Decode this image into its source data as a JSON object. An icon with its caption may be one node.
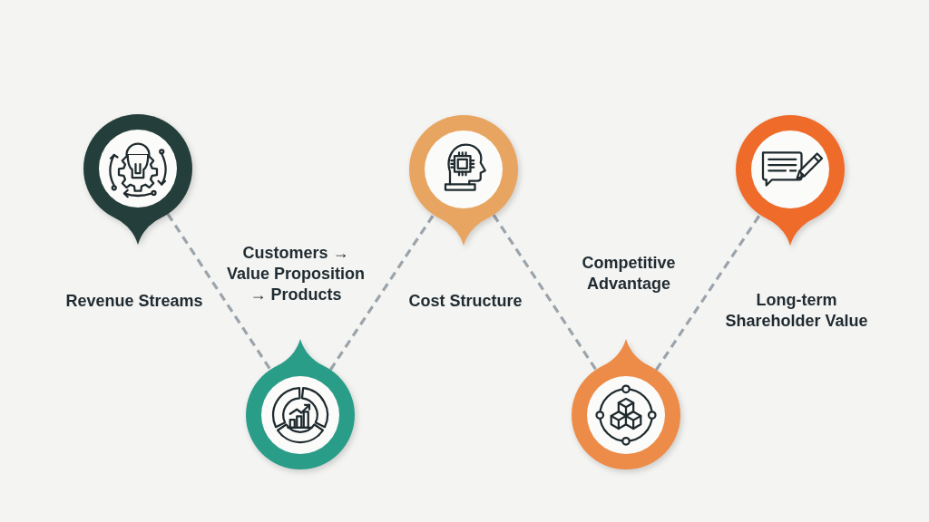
{
  "diagram": {
    "nodes": [
      {
        "text": [],
        "shape": "circle",
        "beside": [
          "Revenue Streams"
        ]
      },
      {
        "text": [],
        "shape": "circle",
        "beside": [
          "Customers → Value Proposition → Products"
        ]
      },
      {
        "text": [],
        "shape": "circle",
        "beside": [
          "Cost Structure"
        ]
      },
      {
        "text": [],
        "shape": "circle",
        "beside": [
          "Competitive Advantage"
        ]
      },
      {
        "text": [],
        "shape": "circle",
        "beside": [
          "Long-term Shareholder Value"
        ]
      }
    ],
    "edges": [
      {
        "from": 0,
        "to": 1,
        "arrow": "none",
        "style": "dashed"
      },
      {
        "from": 1,
        "to": 2,
        "arrow": "none",
        "style": "dashed"
      },
      {
        "from": 2,
        "to": 3,
        "arrow": "none",
        "style": "dashed"
      },
      {
        "from": 3,
        "to": 4,
        "arrow": "none",
        "style": "dashed"
      }
    ]
  }
}
